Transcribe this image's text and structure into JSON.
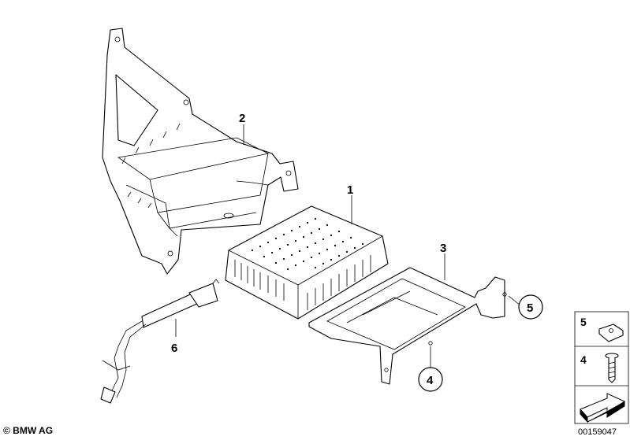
{
  "callouts": [
    {
      "label": "1",
      "circled": false
    },
    {
      "label": "2",
      "circled": false
    },
    {
      "label": "3",
      "circled": false
    },
    {
      "label": "4",
      "circled": true
    },
    {
      "label": "5",
      "circled": true
    },
    {
      "label": "6",
      "circled": false
    }
  ],
  "legend": [
    {
      "label": "5",
      "icon": "clip-nut-icon"
    },
    {
      "label": "4",
      "icon": "screw-icon"
    }
  ],
  "footer": {
    "copyright": "© BMW AG",
    "diagram_id": "00159047"
  }
}
